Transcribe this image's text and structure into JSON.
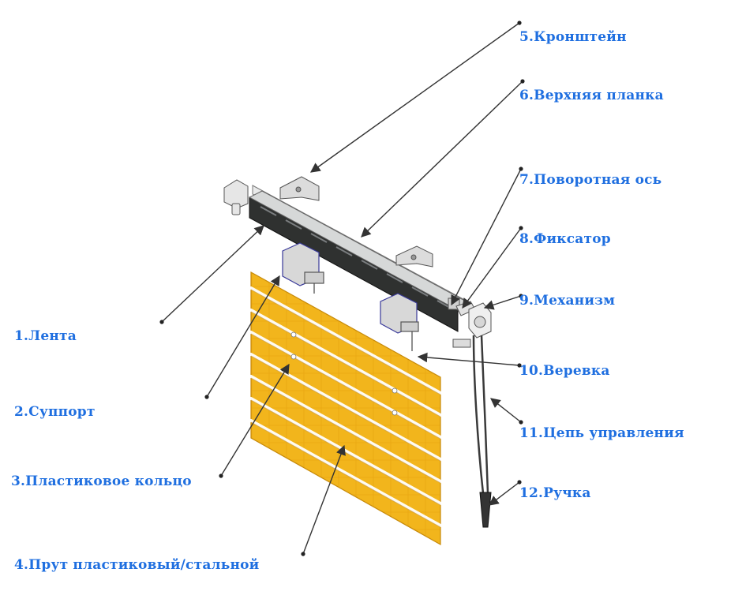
{
  "labels": {
    "l1": "1.Лента",
    "l2": "2.Суппорт",
    "l3": "3.Пластиковое кольцо",
    "l4": "4.Прут пластиковый/стальной",
    "l5": "5.Кронштейн",
    "l6": "6.Верхняя планка",
    "l7": "7.Поворотная ось",
    "l8": "8.Фиксатор",
    "l9": "9.Механизм",
    "l10": "10.Веревка",
    "l11": "11.Цепь управления",
    "l12": "12.Ручка"
  },
  "colors": {
    "label_text": "#1f6fe0",
    "blind_fabric": "#f2b51c",
    "rail": "#2f3130",
    "leader_line": "#333333",
    "background": "#ffffff"
  },
  "icons": {
    "bracket": "bracket-icon",
    "support": "support-icon",
    "mechanism": "mechanism-icon",
    "chain": "chain-icon",
    "handle": "handle-icon"
  }
}
